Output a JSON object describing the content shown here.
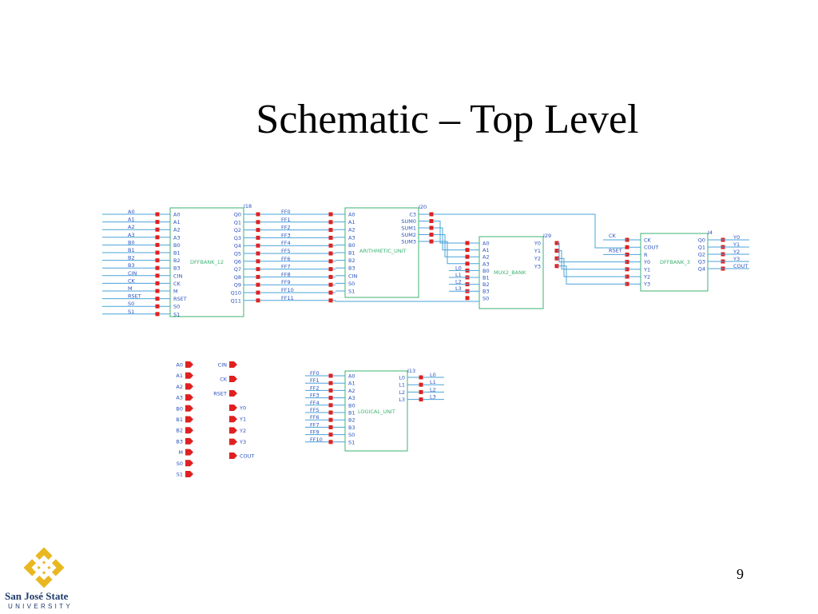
{
  "slide": {
    "title": "Schematic – Top Level",
    "page_number": "9"
  },
  "logo": {
    "name": "San José State",
    "sub": "UNIVERSITY",
    "color": "#e9b720"
  },
  "colors": {
    "wire": "#4aa3d9",
    "box": "#3cb371",
    "pin": "#e02020",
    "label": "#2a52be"
  },
  "schematic": {
    "dff12": {
      "ref": "I18",
      "name": "DFFBANK_12",
      "inputs": [
        "A0",
        "A1",
        "A2",
        "A3",
        "B0",
        "B1",
        "B2",
        "B3",
        "CIN",
        "CK",
        "M",
        "RSET",
        "S0",
        "S1"
      ],
      "outputs": [
        "Q0",
        "Q1",
        "Q2",
        "Q3",
        "Q4",
        "Q5",
        "Q6",
        "Q7",
        "Q8",
        "Q9",
        "Q10",
        "Q11"
      ],
      "in_nets": [
        "A0",
        "A1",
        "A2",
        "A3",
        "B0",
        "B1",
        "B2",
        "B3",
        "CIN",
        "CK",
        "M",
        "RSET",
        "S0",
        "S1"
      ],
      "out_nets": [
        "FF0",
        "FF1",
        "FF2",
        "FF3",
        "FF4",
        "FF5",
        "FF6",
        "FF7",
        "FF8",
        "FF9",
        "FF10",
        "FF11"
      ]
    },
    "arith": {
      "ref": "I20",
      "name": "ARITHMETIC_UNIT",
      "inputs": [
        "A0",
        "A1",
        "A2",
        "A3",
        "B0",
        "B1",
        "B2",
        "B3",
        "CIN",
        "S0",
        "S1"
      ],
      "outputs": [
        "C3",
        "SUM0",
        "SUM1",
        "SUM2",
        "SUM3"
      ]
    },
    "mux": {
      "ref": "I29",
      "name": "MUX2_BANK",
      "inputs": [
        "A0",
        "A1",
        "A2",
        "A3",
        "B0",
        "B1",
        "B2",
        "B3",
        "S0"
      ],
      "outputs": [
        "Y0",
        "Y1",
        "Y2",
        "Y3"
      ],
      "l_nets": [
        "L0",
        "L1",
        "L2",
        "L3"
      ]
    },
    "dff3": {
      "ref": "I4",
      "name": "DFFBANK_3",
      "inputs": [
        "CK",
        "COUT",
        "R",
        "Y0",
        "Y1",
        "Y2",
        "Y3"
      ],
      "outputs": [
        "Q0",
        "Q1",
        "Q2",
        "Q3",
        "Q4"
      ],
      "in_nets": [
        "CK",
        "RSET"
      ],
      "out_nets": [
        "Y0",
        "Y1",
        "Y2",
        "Y3",
        "COUT"
      ]
    },
    "logic": {
      "ref": "I13",
      "name": "LOGICAL_UNIT",
      "inputs": [
        "A0",
        "A1",
        "A2",
        "A3",
        "B0",
        "B1",
        "B2",
        "B3",
        "S0",
        "S1"
      ],
      "outputs": [
        "L0",
        "L1",
        "L2",
        "L3"
      ],
      "in_nets": [
        "FF0",
        "FF1",
        "FF2",
        "FF3",
        "FF4",
        "FF5",
        "FF6",
        "FF7",
        "FF9",
        "FF10"
      ],
      "out_nets": [
        "L0",
        "L1",
        "L2",
        "L3"
      ]
    },
    "ports_in": [
      "A0",
      "A1",
      "A2",
      "A3",
      "B0",
      "B1",
      "B2",
      "B3",
      "M",
      "S0",
      "S1"
    ],
    "ports_in_mid": [
      "CIN",
      "CK",
      "RSET"
    ],
    "ports_out": [
      "Y0",
      "Y1",
      "Y2",
      "Y3",
      "COUT"
    ]
  }
}
